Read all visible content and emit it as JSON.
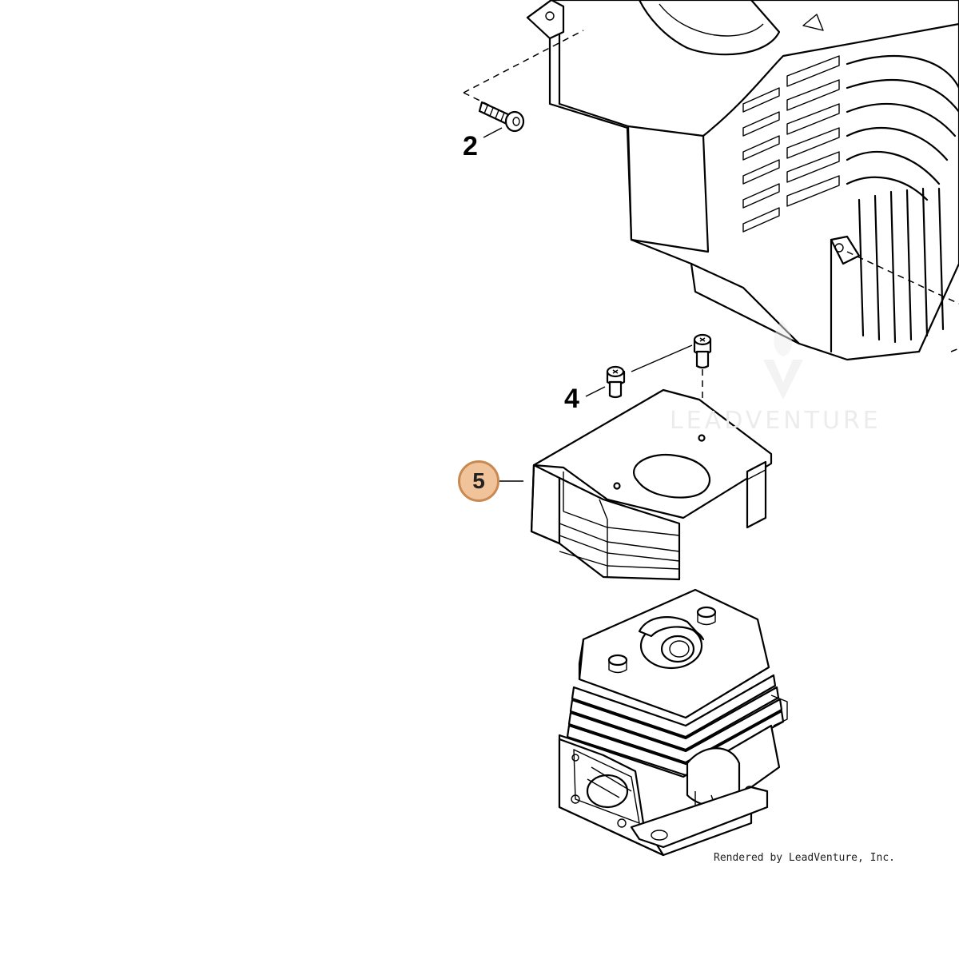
{
  "callouts": [
    {
      "number": "2",
      "highlighted": false
    },
    {
      "number": "4",
      "highlighted": false
    },
    {
      "number": "5",
      "highlighted": true
    }
  ],
  "credit": "Rendered by LeadVenture, Inc.",
  "watermark": "LEADVENTURE",
  "colors": {
    "line": "#000000",
    "highlight_fill": "#f0c39b",
    "highlight_stroke": "#c98a52",
    "watermark": "#ececec"
  }
}
